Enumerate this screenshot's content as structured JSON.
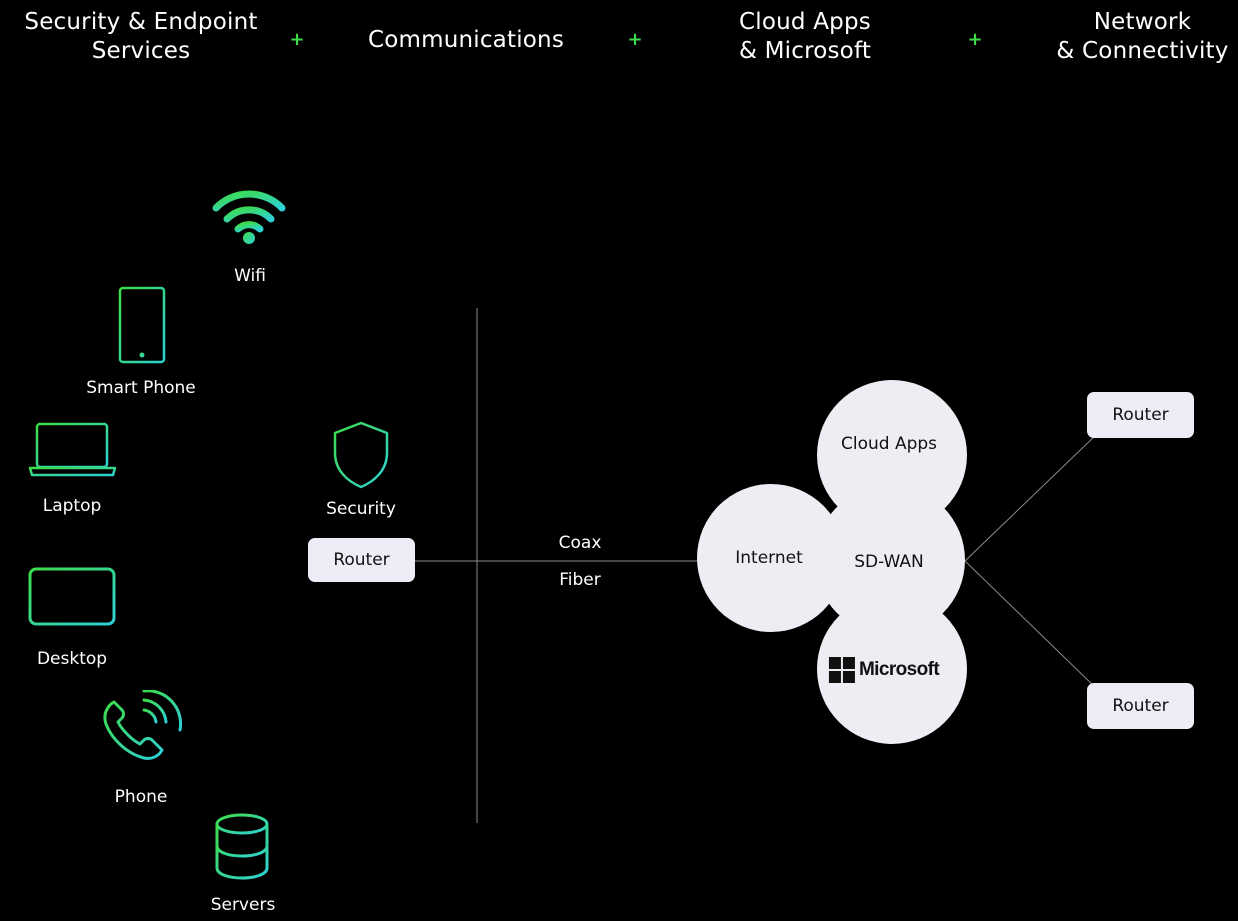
{
  "header": {
    "items": [
      "Security & Endpoint\nServices",
      "Communications",
      "Cloud Apps\n& Microsoft",
      "Network\n& Connectivity"
    ],
    "separator": "+"
  },
  "devices": {
    "wifi": "Wifi",
    "smart_phone": "Smart Phone",
    "laptop": "Laptop",
    "desktop": "Desktop",
    "phone": "Phone",
    "servers": "Servers"
  },
  "security": {
    "label": "Security"
  },
  "router_left": "Router",
  "link": {
    "coax": "Coax",
    "fiber": "Fiber"
  },
  "cloud": {
    "internet": "Internet",
    "sdwan": "SD-WAN",
    "cloud_apps": "Cloud Apps",
    "microsoft": "Microsoft"
  },
  "router_top_right": "Router",
  "router_bottom_right": "Router",
  "colors": {
    "background": "#000000",
    "accent_green": "#3ddc4a",
    "gradient_start": "#3ddc4a",
    "gradient_end": "#2ed1d6",
    "node_fill": "#ededf3",
    "router_fill": "#ecedf7",
    "line": "#9a9a9a"
  }
}
